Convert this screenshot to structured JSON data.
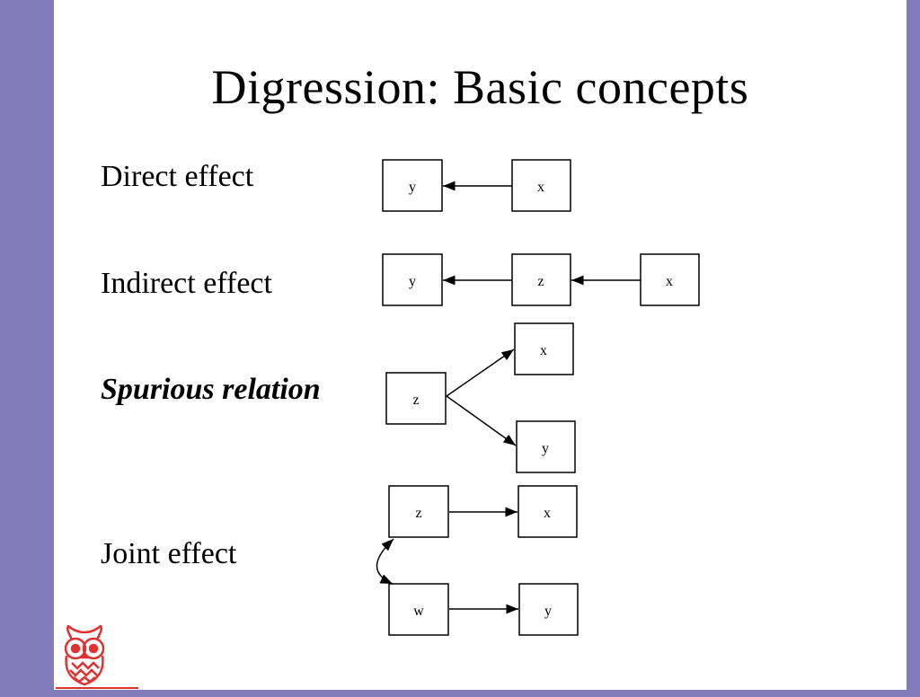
{
  "title": "Digression: Basic concepts",
  "labels": {
    "direct": "Direct effect",
    "indirect": "Indirect effect",
    "spurious": "Spurious relation",
    "joint": "Joint effect"
  },
  "nodes": {
    "direct_y": "y",
    "direct_x": "x",
    "indirect_y": "y",
    "indirect_z": "z",
    "indirect_x": "x",
    "spurious_z": "z",
    "spurious_x": "x",
    "spurious_y": "y",
    "joint_z": "z",
    "joint_x": "x",
    "joint_w": "w",
    "joint_y": "y"
  },
  "colors": {
    "sidebar": "#837cba",
    "logo": "#e0312f"
  },
  "logo_icon": "owl-logo-icon"
}
